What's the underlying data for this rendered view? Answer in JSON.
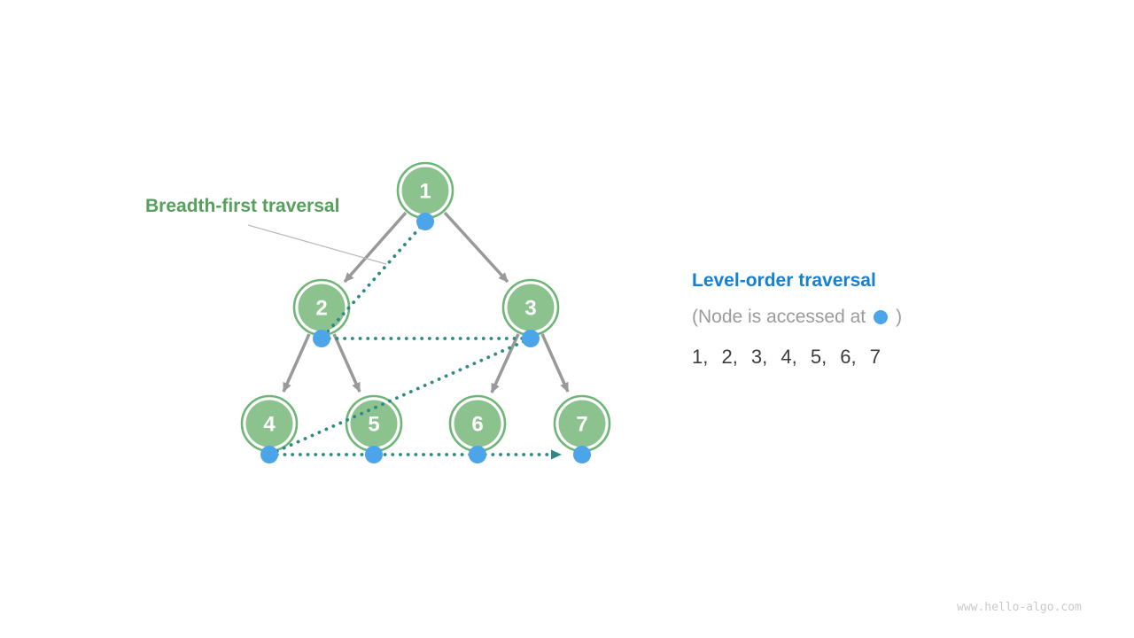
{
  "figure": {
    "breadth_label": "Breadth-first traversal",
    "watermark": "www.hello-algo.com"
  },
  "tree": {
    "nodes": [
      {
        "label": "1"
      },
      {
        "label": "2"
      },
      {
        "label": "3"
      },
      {
        "label": "4"
      },
      {
        "label": "5"
      },
      {
        "label": "6"
      },
      {
        "label": "7"
      }
    ],
    "edges": [
      {
        "from": "1",
        "to": "2"
      },
      {
        "from": "1",
        "to": "3"
      },
      {
        "from": "2",
        "to": "4"
      },
      {
        "from": "2",
        "to": "5"
      },
      {
        "from": "3",
        "to": "6"
      },
      {
        "from": "3",
        "to": "7"
      }
    ],
    "traversal_order": [
      "1",
      "2",
      "3",
      "4",
      "5",
      "6",
      "7"
    ]
  },
  "legend": {
    "title": "Level-order traversal",
    "note_prefix": "(Node is accessed at",
    "note_suffix": ")",
    "sequence": "1,  2,  3,  4,  5,  6,  7"
  },
  "colors": {
    "node_green": "#8bc28e",
    "node_ring_green": "#6fb576",
    "access_dot_blue": "#4ba5e8",
    "path_teal": "#2f8a83",
    "edge_gray": "#999999",
    "breadth_label_green": "#57a05c",
    "legend_title_blue": "#1680d2",
    "note_gray": "#9b9b9b",
    "sequence_dark": "#3d3d3d"
  }
}
